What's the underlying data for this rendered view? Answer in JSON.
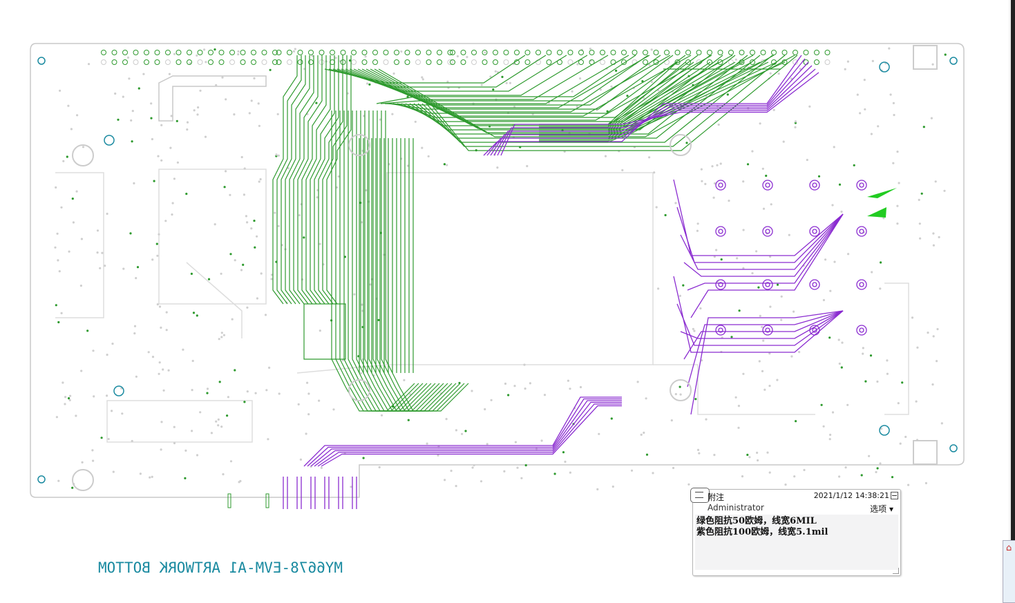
{
  "board": {
    "title_mirrored": "MY6678-EVM-A1 ARTWORK BOTTOM",
    "colors": {
      "green_trace": "#2e9a2e",
      "purple_trace": "#8a2bd0",
      "outline": "#c8c8c8",
      "title": "#1a8aa0",
      "marker": "#22cc22"
    }
  },
  "annotation": {
    "kind": "附注",
    "timestamp": "2021/1/12 14:38:21",
    "author": "Administrator",
    "options_label": "选项 ▾",
    "lines": [
      "绿色阻抗50欧姆，线宽6MIL",
      "紫色阻抗100欧姆，线宽5.1mil"
    ]
  },
  "viewer": {
    "home_icon": "home-icon"
  }
}
